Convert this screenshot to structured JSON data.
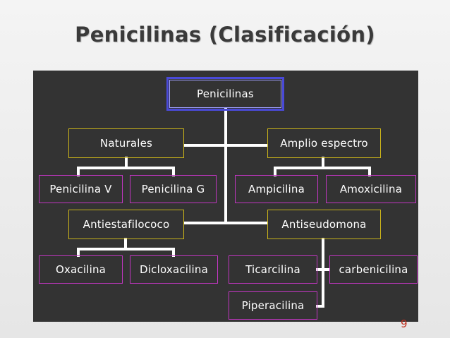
{
  "title": "Penicilinas (Clasificación)",
  "page_number": "9",
  "colors": {
    "panel": "#333333",
    "line": "#ffffff",
    "group_border": "#c8b21a",
    "leaf_border": "#c236c2",
    "root_border": "#4a4ad8",
    "page_number": "#c03020"
  },
  "nodes": {
    "root": "Penicilinas",
    "naturales": "Naturales",
    "amplio_espectro": "Amplio espectro",
    "penicilina_v": "Penicilina V",
    "penicilina_g": "Penicilina G",
    "ampicilina": "Ampicilina",
    "amoxicilina": "Amoxicilina",
    "antiestafilococo": "Antiestafilococo",
    "antiseudomona": "Antiseudomona",
    "oxacilina": "Oxacilina",
    "dicloxacilina": "Dicloxacilina",
    "ticarcilina": "Ticarcilina",
    "carbenicilina": "carbenicilina",
    "piperacilina": "Piperacilina"
  }
}
